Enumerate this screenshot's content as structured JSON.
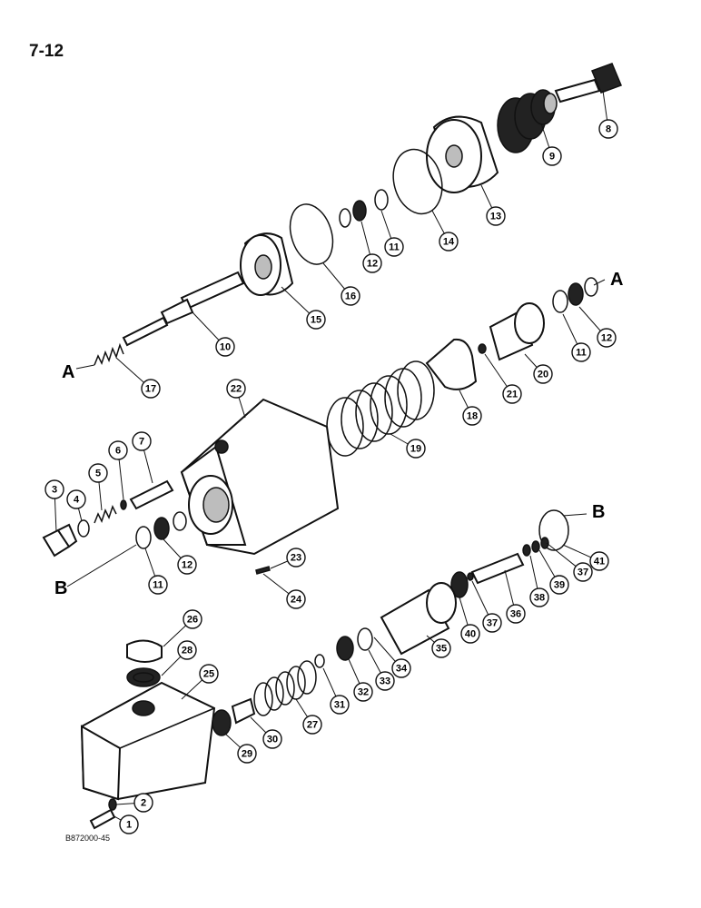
{
  "page": {
    "number": "7-12",
    "figure_code": "B872000-45"
  },
  "section_refs": {
    "a": "A",
    "b": "B"
  },
  "callouts": [
    "1",
    "2",
    "3",
    "4",
    "5",
    "6",
    "7",
    "8",
    "9",
    "10",
    "11",
    "12",
    "13",
    "14",
    "15",
    "16",
    "17",
    "18",
    "19",
    "20",
    "21",
    "22",
    "23",
    "24",
    "25",
    "26",
    "27",
    "28",
    "29",
    "30",
    "31",
    "32",
    "33",
    "34",
    "35",
    "36",
    "37",
    "38",
    "39",
    "40",
    "41"
  ],
  "repeat_labels": {
    "11": "11",
    "12": "12",
    "37": "37"
  }
}
